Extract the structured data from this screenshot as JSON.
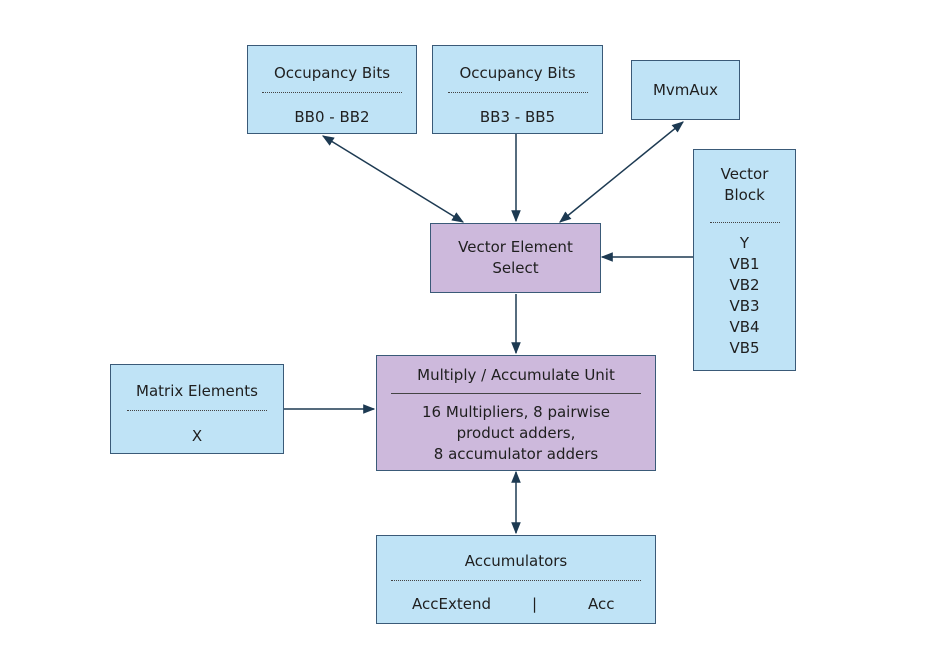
{
  "occupancy_a": {
    "title": "Occupancy Bits",
    "range": "BB0 - BB2"
  },
  "occupancy_b": {
    "title": "Occupancy Bits",
    "range": "BB3 - BB5"
  },
  "mvmaux": {
    "title": "MvmAux"
  },
  "vector_block": {
    "title_line1": "Vector",
    "title_line2": "Block",
    "items": [
      "Y",
      "VB1",
      "VB2",
      "VB3",
      "VB4",
      "VB5"
    ]
  },
  "vector_select": {
    "line1": "Vector Element",
    "line2": "Select"
  },
  "matrix": {
    "title": "Matrix Elements",
    "value": "X"
  },
  "mac": {
    "title": "Multiply / Accumulate Unit",
    "line1": "16 Multipliers, 8 pairwise",
    "line2": "product adders,",
    "line3": "8 accumulator adders"
  },
  "accumulators": {
    "title": "Accumulators",
    "left": "AccExtend",
    "sep": "|",
    "right": "Acc"
  },
  "colors": {
    "blue": "#bfe3f6",
    "purple": "#cdb9dc",
    "arrow": "#1d3a52"
  }
}
